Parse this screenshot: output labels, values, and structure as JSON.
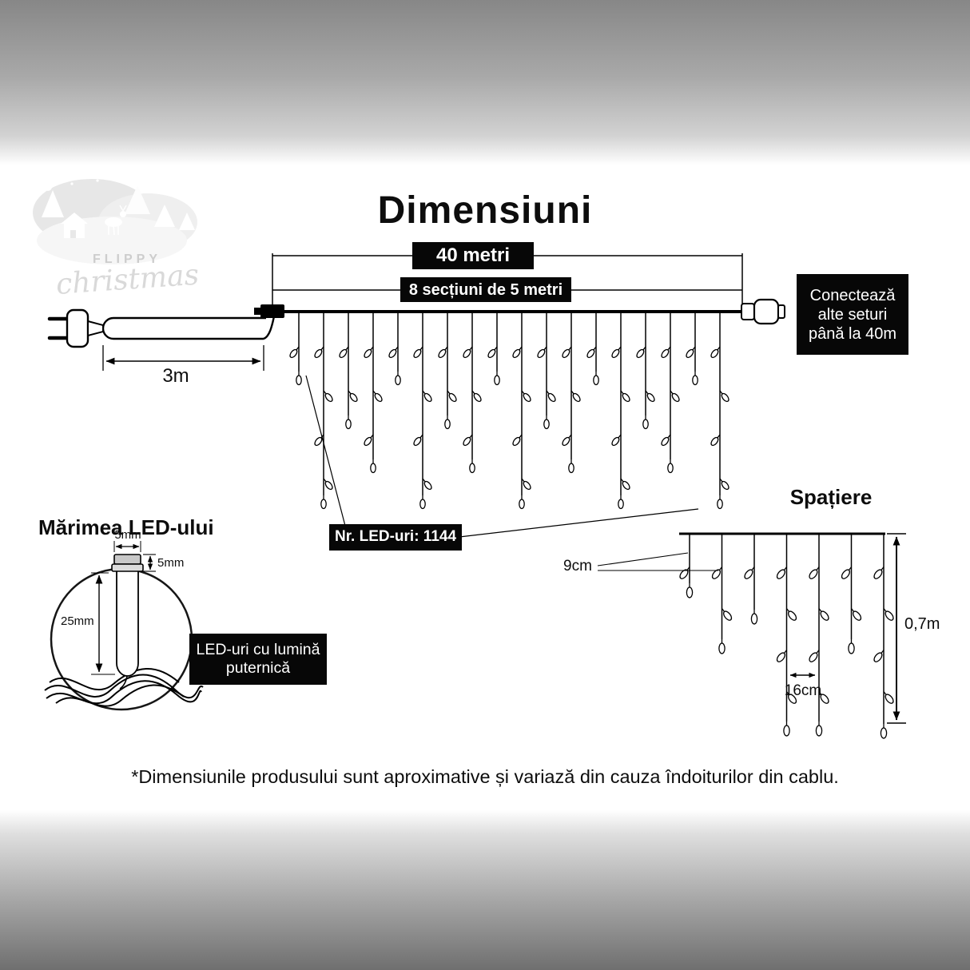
{
  "page": {
    "title": "Dimensiuni",
    "disclaimer": "*Dimensiunile produsului sunt aproximative și variază din cauza îndoiturilor din cablu."
  },
  "logo": {
    "brand_top": "FLIPPY",
    "brand_script": "christmas"
  },
  "dims": {
    "total": "40 metri",
    "sections": "8 secțiuni de 5 metri",
    "lead": "3m",
    "connect": "Conectează alte seturi până la 40m",
    "led_count": "Nr. LED-uri: 1144"
  },
  "led": {
    "heading": "Mărimea LED-ului",
    "width": "5mm",
    "cap": "5mm",
    "length": "25mm",
    "note": "LED-uri cu lumină puternică"
  },
  "spacing": {
    "heading": "Spațiere",
    "drop_gap": "9cm",
    "led_gap": "16cm",
    "height": "0,7m"
  }
}
